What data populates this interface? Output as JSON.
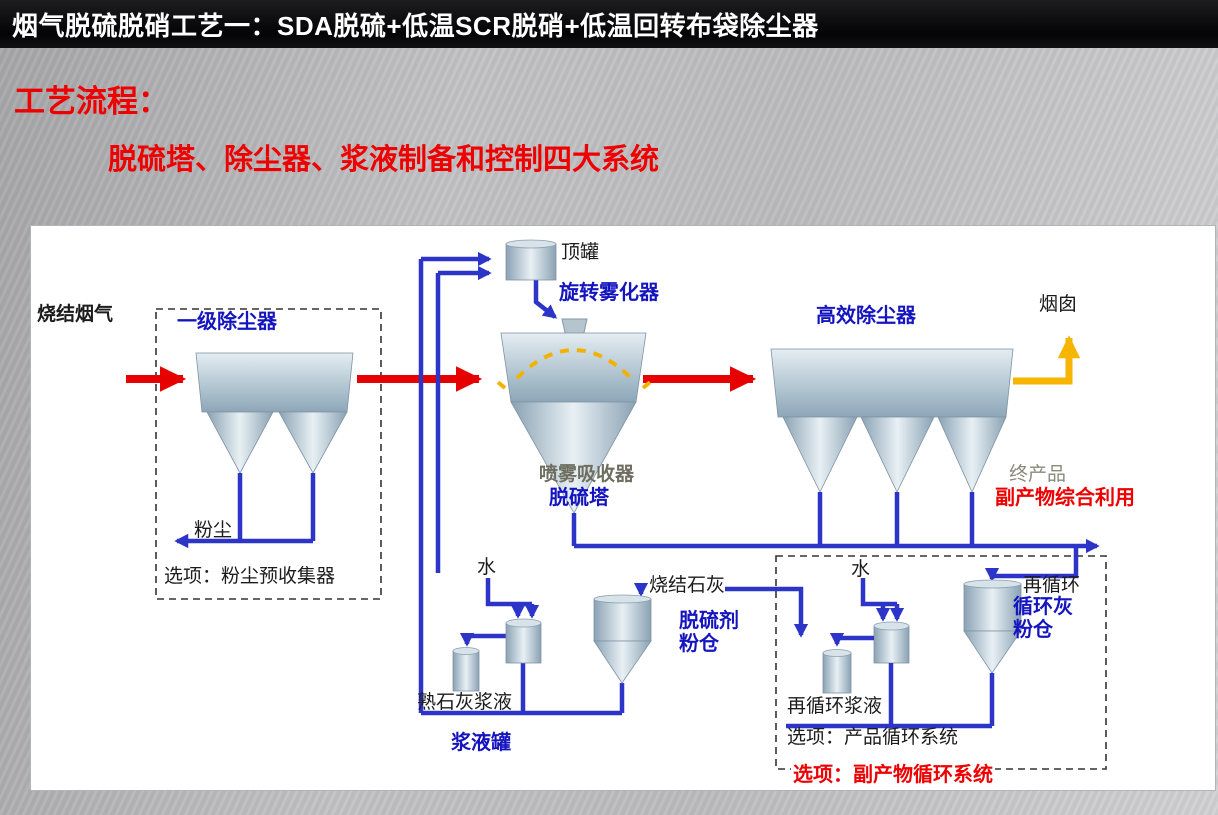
{
  "slide": {
    "title": "烟气脱硫脱硝工艺一：SDA脱硫+低温SCR脱硝+低温回转布袋除尘器",
    "heading": "工艺流程：",
    "subheading": "脱硫塔、除尘器、浆液制备和控制四大系统"
  },
  "colors": {
    "title_bg": "#0a0a0c",
    "accent_red": "#ee0000",
    "label_blue": "#1515c0",
    "pipe_blue": "#2d35c8",
    "flow_arrow_red": "#e60000",
    "stack_arrow_yellow": "#f5b500",
    "vessel_steel": "#9fb5c3"
  },
  "diagram": {
    "labels": {
      "sinter_gas": "烧结烟气",
      "primary_collector": "一级除尘器",
      "dust": "粉尘",
      "option_precollector": "选项：粉尘预收集器",
      "top_tank": "顶罐",
      "rotary_atomizer": "旋转雾化器",
      "spray_absorber": "喷雾吸收器",
      "desulfur_tower": "脱硫塔",
      "high_eff_collector": "高效除尘器",
      "chimney": "烟囱",
      "final_product": "终产品",
      "byproduct_use": "副产物综合利用",
      "water_left": "水",
      "sintered_lime": "烧结石灰",
      "desulfurizer_silo": "脱硫剂\n粉仓",
      "hydrated_lime_slurry": "熟石灰浆液",
      "slurry_tank": "浆液罐",
      "water_right": "水",
      "recycle": "再循环",
      "recycle_ash_silo": "循环灰\n粉仓",
      "recycle_slurry": "再循环浆液",
      "option_product_cycle": "选项：产品循环系统",
      "option_byproduct_cycle": "选项：副产物循环系统"
    }
  }
}
